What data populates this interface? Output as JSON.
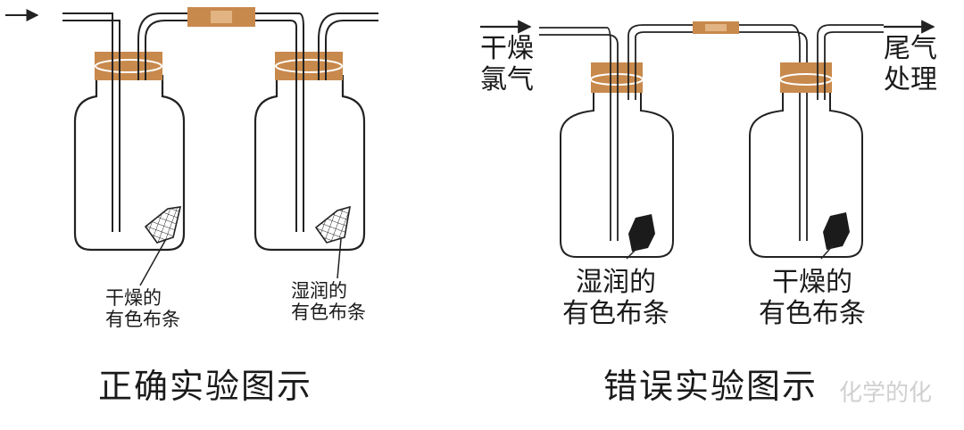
{
  "left_panel": {
    "label_bottle1_line1": "干燥的",
    "label_bottle1_line2": "有色布条",
    "label_bottle2_line1": "湿润的",
    "label_bottle2_line2": "有色布条",
    "caption": "正确实验图示"
  },
  "right_panel": {
    "inlet_line1": "干燥",
    "inlet_line2": "氯气",
    "outlet_line1": "尾气",
    "outlet_line2": "处理",
    "label_bottle1_line1": "湿润的",
    "label_bottle1_line2": "有色布条",
    "label_bottle2_line1": "干燥的",
    "label_bottle2_line2": "有色布条",
    "caption": "错误实验图示"
  },
  "watermark": "化学的化",
  "colors": {
    "stopper": "#c8894c",
    "stopper_light": "#e2b483",
    "ink": "#222222",
    "cloth_dark": "#1b1b1b"
  },
  "icons": {
    "inlet_arrow": "arrow-right-icon",
    "outlet_arrow": "arrow-right-icon"
  }
}
